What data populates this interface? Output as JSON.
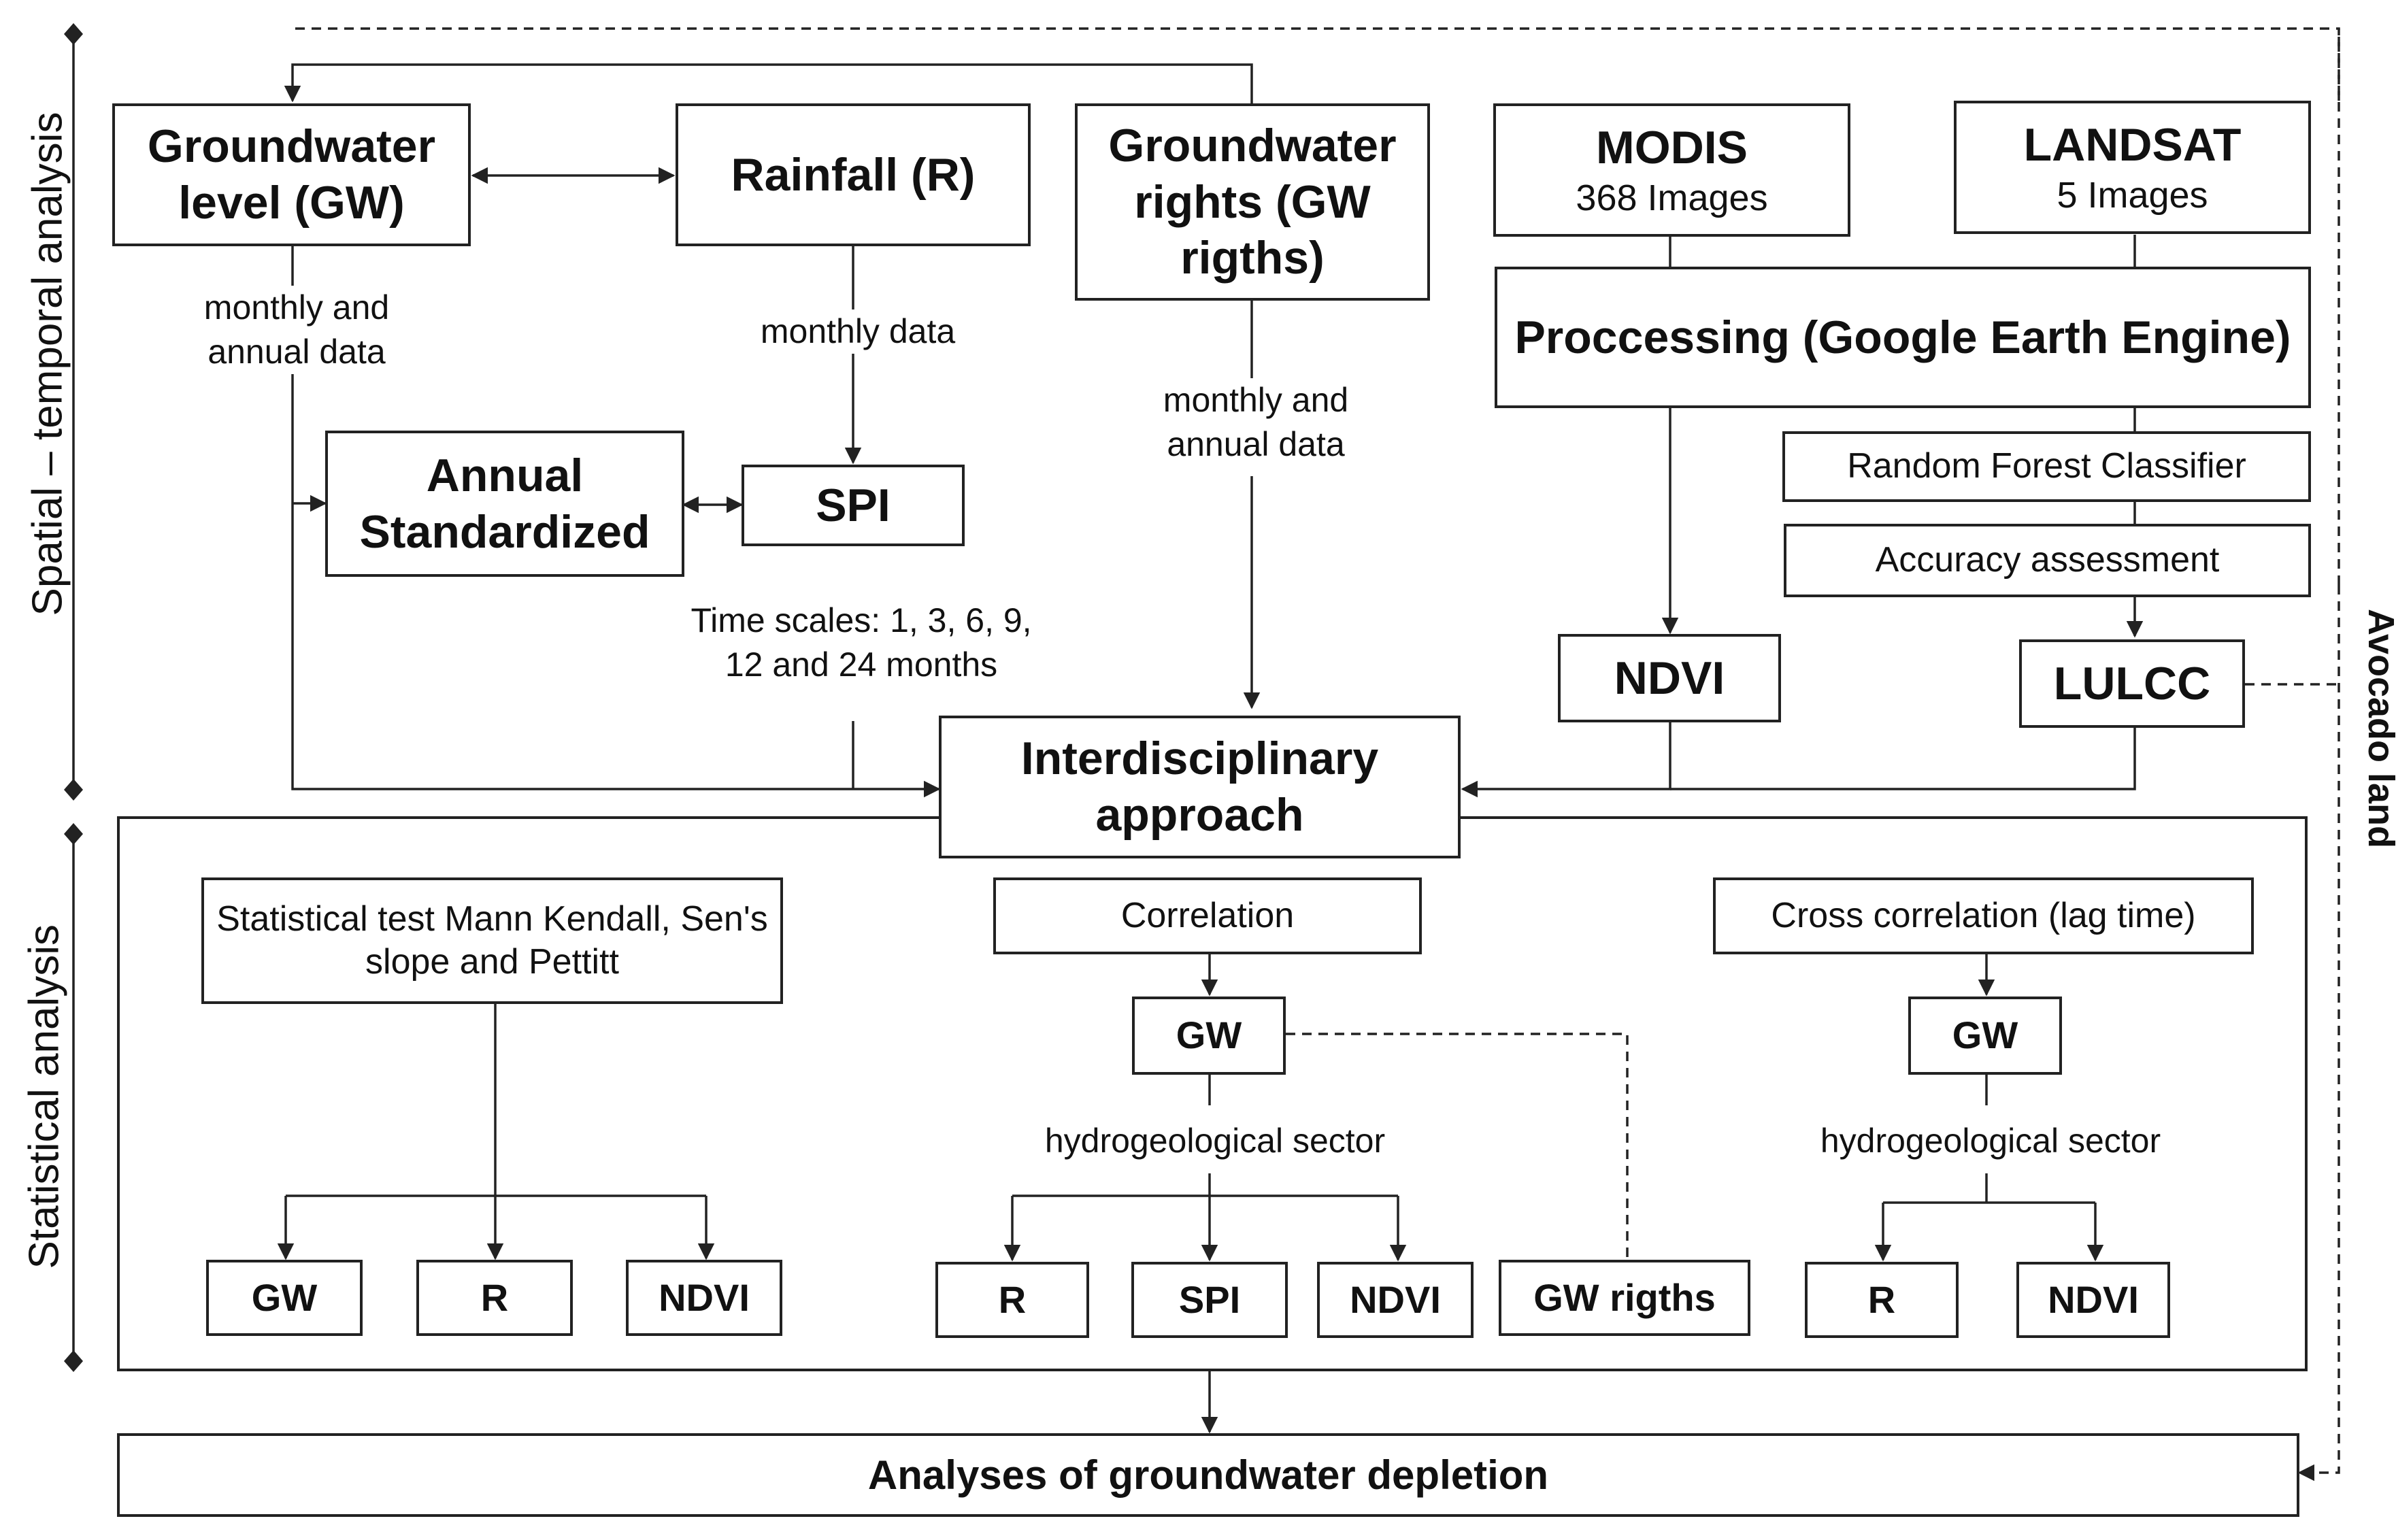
{
  "side_labels": {
    "spatial": "Spatial – temporal analysis",
    "statistical": "Statistical analysis",
    "avocado": "Avocado land"
  },
  "top": {
    "groundwater_level": "Groundwater level (GW)",
    "rainfall": "Rainfall (R)",
    "groundwater_rights": "Groundwater rights (GW rigths)",
    "modis_title": "MODIS",
    "modis_sub": "368 Images",
    "landsat_title": "LANDSAT",
    "landsat_sub": "5 Images",
    "processing": "Proccessing (Google Earth Engine)",
    "random_forest": "Random Forest Classifier",
    "accuracy": "Accuracy assessment",
    "annual_standardized": "Annual Standardized",
    "spi": "SPI",
    "ndvi": "NDVI",
    "lulcc": "LULCC",
    "interdisciplinary": "Interdisciplinary approach"
  },
  "edge_labels": {
    "gw_data": "monthly and annual data",
    "rain_data": "monthly data",
    "rights_data": "monthly and annual data",
    "time_scales": "Time scales: 1, 3, 6, 9, 12 and 24 months"
  },
  "stats": {
    "mann_kendall": "Statistical test Mann Kendall, Sen's slope and Pettitt",
    "correlation": "Correlation",
    "cross_correlation": "Cross correlation (lag time)",
    "gw": "GW",
    "hydro_sector": "hydrogeological sector",
    "gw_rights": "GW rigths",
    "r": "R",
    "spi": "SPI",
    "ndvi": "NDVI"
  },
  "final": "Analyses of groundwater depletion"
}
